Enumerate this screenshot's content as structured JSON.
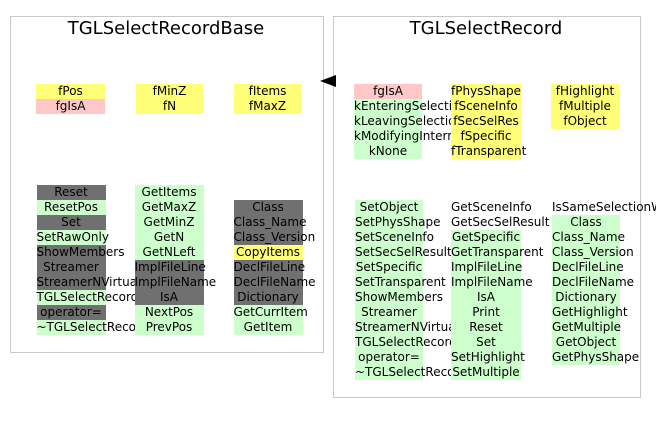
{
  "colors": {
    "data_member": "#ffff77",
    "inherited_member": "#ffc8c8",
    "public_method": "#cdffcd",
    "base_class_method": "#707070",
    "border": "#c8c8c8"
  },
  "left": {
    "title": "TGLSelectRecordBase",
    "data_members": {
      "col1": [
        "fPos",
        "fgIsA"
      ],
      "col2": [
        "fMinZ",
        "fN"
      ],
      "col3": [
        "fItems",
        "fMaxZ"
      ]
    },
    "methods": {
      "col1": [
        "Reset",
        "ResetPos",
        "Set",
        "SetRawOnly",
        "ShowMembers",
        "Streamer",
        "StreamerNVirtual",
        "TGLSelectRecordBase",
        "operator=",
        "~TGLSelectRecordBase"
      ],
      "col2": [
        "GetItems",
        "GetMaxZ",
        "GetMinZ",
        "GetN",
        "GetNLeft",
        "ImplFileLine",
        "ImplFileName",
        "IsA",
        "NextPos",
        "PrevPos"
      ],
      "col3": [
        "Class",
        "Class_Name",
        "Class_Version",
        "CopyItems",
        "DeclFileLine",
        "DeclFileName",
        "Dictionary",
        "GetCurrItem",
        "GetItem"
      ]
    }
  },
  "right": {
    "title": "TGLSelectRecord",
    "data_members": {
      "col1": [
        "fgIsA",
        "kEnteringSelection",
        "kLeavingSelection",
        "kModifyingInternalSelection",
        "kNone"
      ],
      "col2": [
        "fPhysShape",
        "fSceneInfo",
        "fSecSelRes",
        "fSpecific",
        "fTransparent"
      ],
      "col3": [
        "fHighlight",
        "fMultiple",
        "fObject"
      ]
    },
    "methods": {
      "col1": [
        "SetObject",
        "SetPhysShape",
        "SetSceneInfo",
        "SetSecSelResult",
        "SetSpecific",
        "SetTransparent",
        "ShowMembers",
        "Streamer",
        "StreamerNVirtual",
        "TGLSelectRecord",
        "operator=",
        "~TGLSelectRecord"
      ],
      "col2": [
        "GetSceneInfo",
        "GetSecSelResult",
        "GetSpecific",
        "GetTransparent",
        "ImplFileLine",
        "ImplFileName",
        "IsA",
        "Print",
        "Reset",
        "Set",
        "SetHighlight",
        "SetMultiple"
      ],
      "col3": [
        "IsSameSelectionWise",
        "Class",
        "Class_Name",
        "Class_Version",
        "DeclFileLine",
        "DeclFileName",
        "Dictionary",
        "GetHighlight",
        "GetMultiple",
        "GetObject",
        "GetPhysShape"
      ]
    }
  }
}
